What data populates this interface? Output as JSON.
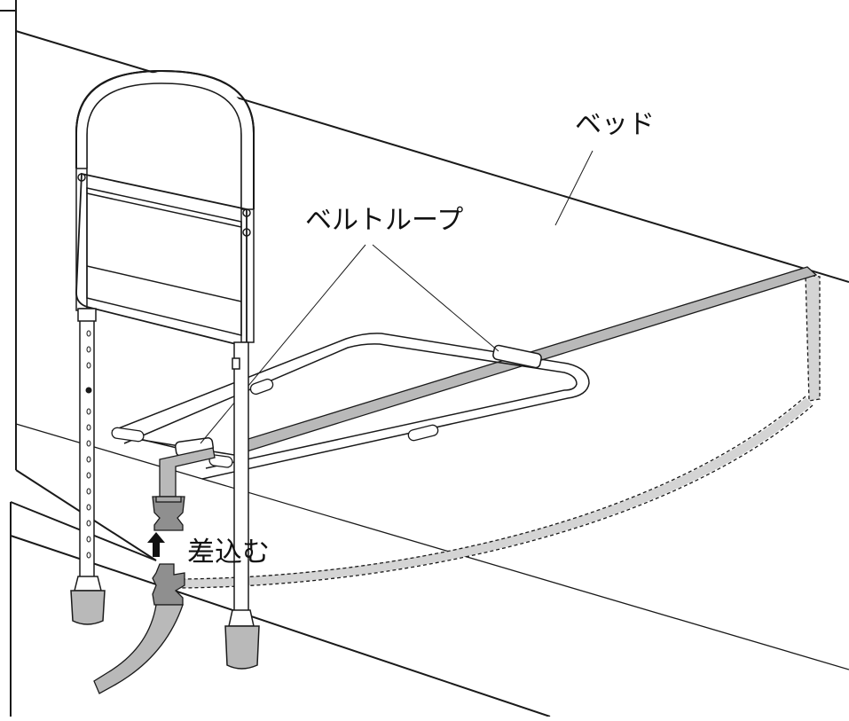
{
  "labels": {
    "bed": "ベッド",
    "belt_loop": "ベルトループ",
    "insert": "差込む"
  },
  "colors": {
    "line": "#1a1a1a",
    "belt": "#b9b9b9",
    "buckle": "#8f8f8f",
    "background": "#ffffff"
  }
}
